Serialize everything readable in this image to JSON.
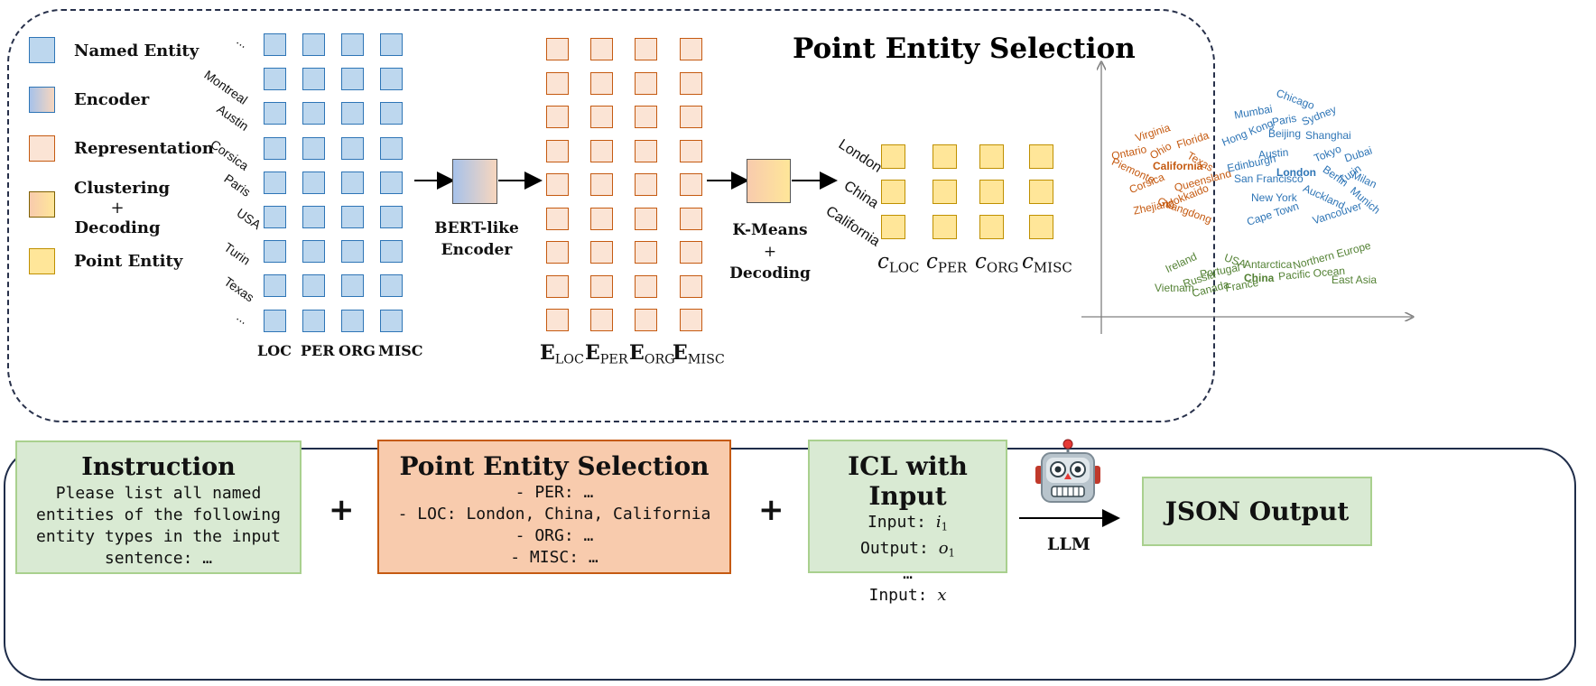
{
  "legend": {
    "named_entity": "Named Entity",
    "encoder": "Encoder",
    "representation": "Representation",
    "clustering": [
      "Clustering",
      "+",
      "Decoding"
    ],
    "point_entity": "Point Entity"
  },
  "top_title": "Point Entity Selection",
  "entity_words": [
    "...",
    "Montreal",
    "Austin",
    "Corsica",
    "Paris",
    "USA",
    "Turin",
    "Texas",
    "..."
  ],
  "entity_types": [
    "LOC",
    "PER",
    "ORG",
    "MISC"
  ],
  "encoder_label": [
    "BERT-like",
    "Encoder"
  ],
  "embeddings": {
    "symbol": "E",
    "subs": [
      "LOC",
      "PER",
      "ORG",
      "MISC"
    ]
  },
  "kmeans_label": [
    "K-Means",
    "+",
    "Decoding"
  ],
  "point_entities": [
    "London",
    "China",
    "California"
  ],
  "centroids": {
    "symbol": "c",
    "subs": [
      "LOC",
      "PER",
      "ORG",
      "MISC"
    ]
  },
  "scatter_words": {
    "orange": [
      "Virginia",
      "Ontario",
      "Ohio",
      "Florida",
      "Texas",
      "California",
      "Piemonte",
      "Corsica",
      "Queensland",
      "Hokkaido",
      "Guangdong",
      "Zhejiang"
    ],
    "blue": [
      "Chicago",
      "Mumbai",
      "Paris",
      "Sydney",
      "Hong Kong",
      "Beijing",
      "Shanghai",
      "Austin",
      "Edinburgh",
      "Tokyo",
      "Dubai",
      "London",
      "Turin",
      "Berlin",
      "Milan",
      "San Francisco",
      "New York",
      "Auckland",
      "Munich",
      "Cape Town",
      "Vancouver"
    ],
    "green": [
      "Ireland",
      "USA",
      "Antarctica",
      "Northern Europe",
      "Portugal",
      "Russia",
      "China",
      "Pacific Ocean",
      "East Asia",
      "Vietnam",
      "Canada",
      "France"
    ]
  },
  "bottom": {
    "instruction_title": "Instruction",
    "instruction_text": [
      "Please list all named",
      "entities of the following",
      "entity types in the input",
      "sentence: …"
    ],
    "pes_title": "Point Entity Selection",
    "pes_lines": [
      "- PER: …",
      "- LOC: London, China, California",
      "- ORG: …",
      "- MISC: …"
    ],
    "plus": "+",
    "icl_title": "ICL with Input",
    "icl_lines": [
      {
        "label": "Input: ",
        "var": "i",
        "sub": "1"
      },
      {
        "label": "Output: ",
        "var": "o",
        "sub": "1"
      },
      {
        "label": "…",
        "var": "",
        "sub": ""
      },
      {
        "label": "Input: ",
        "var": "x",
        "sub": ""
      }
    ],
    "llm_label": "LLM",
    "json_output": "JSON Output"
  },
  "colors": {
    "named_entity": "#bdd7ee",
    "representation": "#fbe4d5",
    "point_entity": "#ffe699",
    "green_box": "#d9ead3",
    "orange_box": "#f8cbad"
  },
  "icons": [
    "robot-icon"
  ]
}
